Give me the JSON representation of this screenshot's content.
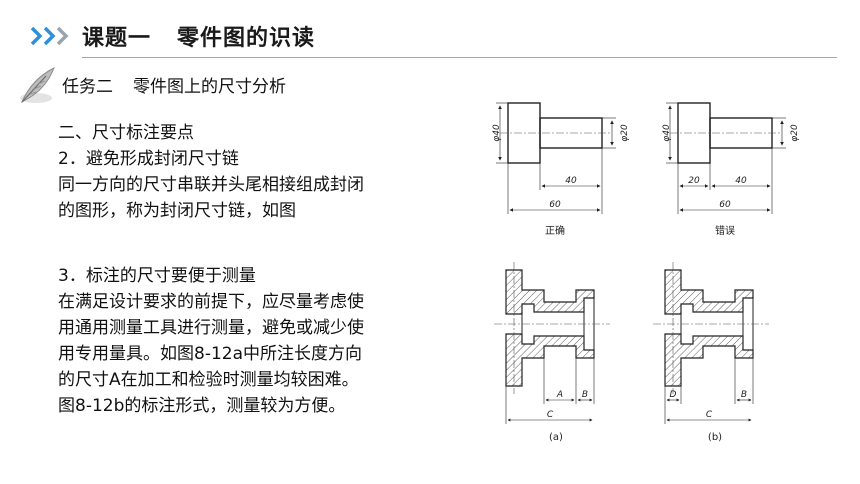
{
  "header": {
    "title_main": "课题一",
    "title_sub": "零件图的识读",
    "chevron_color": "#2f8fd8"
  },
  "subtitle": {
    "task": "任务二",
    "name": "零件图上的尺寸分析"
  },
  "section1": {
    "heading": "二、尺寸标注要点",
    "point": "2．避免形成封闭尺寸链",
    "lines": [
      "同一方向的尺寸串联并头尾相接组成封闭",
      "的图形，称为封闭尺寸链，如图"
    ]
  },
  "section2": {
    "point": "3．标注的尺寸要便于测量",
    "lines": [
      "在满足设计要求的前提下，应尽量考虑使",
      "用通用测量工具进行测量，避免或减少使",
      "用专用量具。如图8-12a中所注长度方向",
      "的尺寸A在加工和检验时测量均较困难。",
      "图8-12b的标注形式，测量较为方便。"
    ]
  },
  "figures": {
    "correct": {
      "caption": "正确",
      "d_large": "φ40",
      "d_small": "φ20",
      "len_short": "40",
      "len_total": "60"
    },
    "wrong": {
      "caption": "错误",
      "d_large": "φ40",
      "d_small": "φ20",
      "len_left": "20",
      "len_short": "40",
      "len_total": "60"
    },
    "a": {
      "caption": "(a)",
      "dim_a": "A",
      "dim_b": "B",
      "dim_c": "C"
    },
    "b": {
      "caption": "(b)",
      "dim_d": "D",
      "dim_b": "B",
      "dim_c": "C"
    }
  }
}
